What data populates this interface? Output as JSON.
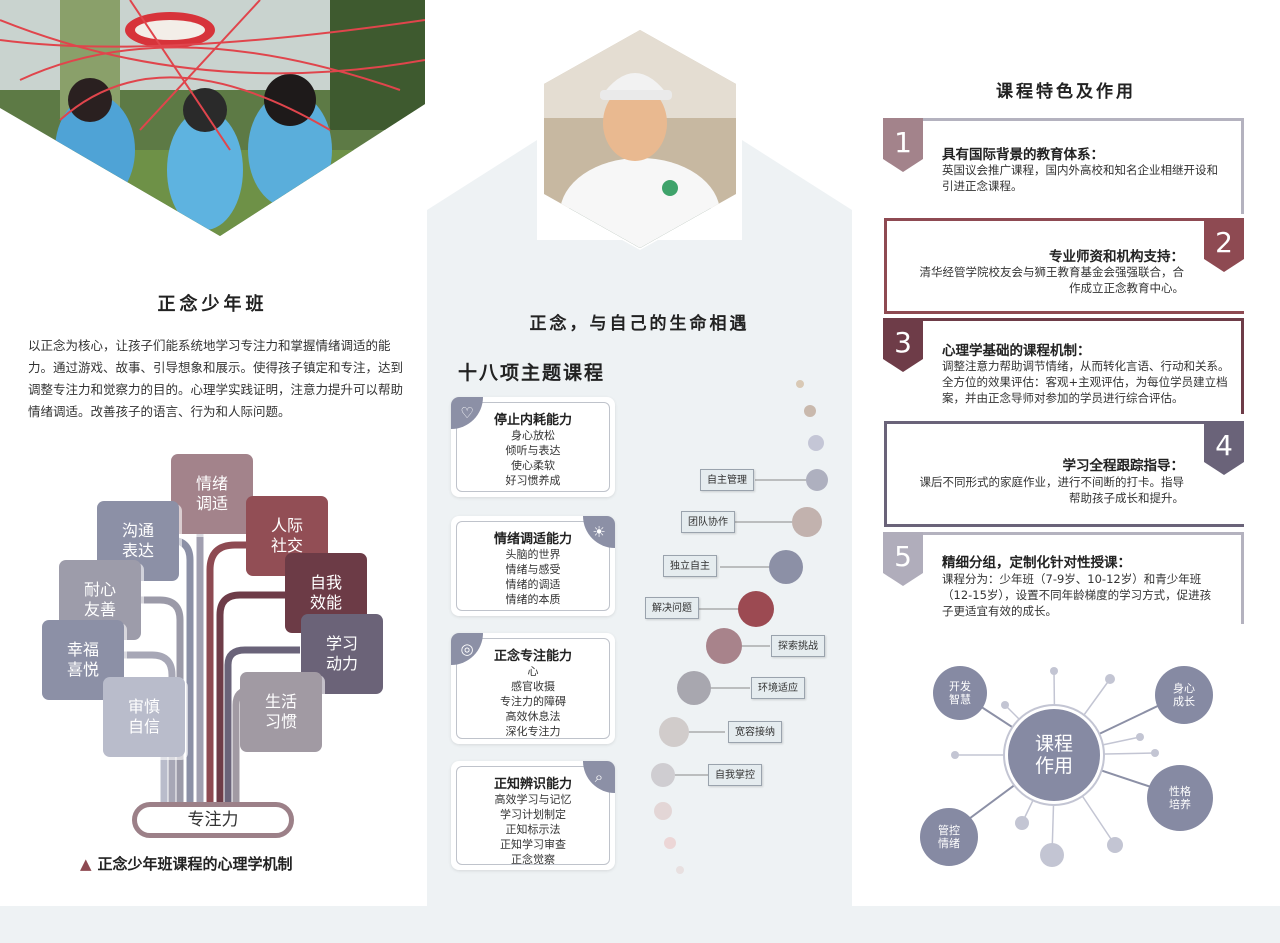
{
  "left": {
    "title": "正念少年班",
    "body": "以正念为核心，让孩子们能系统地学习专注力和掌握情绪调适的能力。通过游戏、故事、引导想象和展示。使得孩子镇定和专注，达到调整专注力和觉察力的目的。心理学实践证明，注意力提升可以帮助情绪调适。改善孩子的语言、行为和人际问题。",
    "tiles": [
      "情绪\n调适",
      "沟通\n表达",
      "人际\n社交",
      "自我\n效能",
      "耐心\n友善",
      "学习\n动力",
      "幸福\n喜悦",
      "生活\n习惯",
      "审慎\n自信"
    ],
    "focus": "专注力",
    "caption": "正念少年班课程的心理学机制",
    "caption_icon": "triangle-icon",
    "colors": {
      "slate": "#8c90a6",
      "wine": "#8e4a52",
      "maroon": "#6e3c48",
      "grey": "#a19fb0",
      "plum": "#6a6379"
    }
  },
  "middle": {
    "title": "正念，与自己的生命相遇",
    "subtitle": "十八项主题课程",
    "cards": [
      {
        "title": "停止内耗能力",
        "items": [
          "身心放松",
          "倾听与表达",
          "使心柔软",
          "好习惯养成"
        ],
        "icon": "heart-hand-icon"
      },
      {
        "title": "情绪调适能力",
        "items": [
          "头脑的世界",
          "情绪与感受",
          "情绪的调适",
          "情绪的本质"
        ],
        "icon": "sunrise-icon"
      },
      {
        "title": "正念专注能力",
        "items": [
          "心",
          "感官收摄",
          "专注力的障碍",
          "高效休息法",
          "深化专注力"
        ],
        "icon": "target-icon"
      },
      {
        "title": "正知辨识能力",
        "items": [
          "高效学习与记忆",
          "学习计划制定",
          "正知标示法",
          "正知学习审查",
          "正念觉察"
        ],
        "icon": "search-icon"
      }
    ],
    "tags": [
      "自主管理",
      "团队协作",
      "独立自主",
      "解决问题",
      "探索挑战",
      "环境适应",
      "宽容接纳",
      "自我掌控"
    ]
  },
  "right": {
    "title": "课程特色及作用",
    "features": [
      {
        "num": "1",
        "title": "具有国际背景的教育体系：",
        "body": "英国议会推广课程，国内外高校和知名企业相继开设和引进正念课程。"
      },
      {
        "num": "2",
        "title": "专业师资和机构支持：",
        "body": "清华经管学院校友会与狮王教育基金会强强联合，合作成立正念教育中心。"
      },
      {
        "num": "3",
        "title": "心理学基础的课程机制：",
        "body": "调整注意力帮助调节情绪，从而转化言语、行动和关系。全方位的效果评估：客观+主观评估，为每位学员建立档案，并由正念导师对参加的学员进行综合评估。"
      },
      {
        "num": "4",
        "title": "学习全程跟踪指导：",
        "body": "课后不同形式的家庭作业，进行不间断的打卡。指导帮助孩子成长和提升。"
      },
      {
        "num": "5",
        "title": "精细分组，定制化针对性授课：",
        "body": "课程分为：少年班（7-9岁、10-12岁）和青少年班（12-15岁），设置不同年龄梯度的学习方式，促进孩子更适宜有效的成长。"
      }
    ],
    "hub": "课程\n作用",
    "nodes": [
      "开发\n智慧",
      "身心\n成长",
      "性格\n培养",
      "管控\n情绪"
    ]
  }
}
